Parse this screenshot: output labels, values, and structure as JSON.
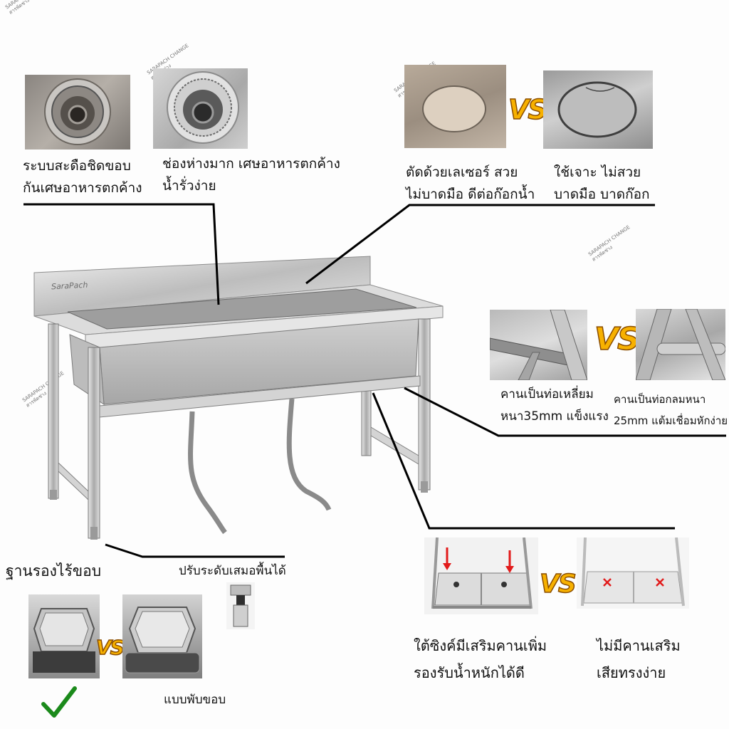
{
  "captions": {
    "strainer_good": [
      "ระบบสะดือชิดขอบ",
      "กันเศษอาหารตกค้าง"
    ],
    "strainer_bad": [
      "ช่องห่างมาก เศษอาหารตกค้าง",
      "น้ำรั่วง่าย"
    ],
    "hole_laser": [
      "ตัดด้วยเลเซอร์ สวย",
      "ไม่บาดมือ ดีต่อก๊อกน้ำ"
    ],
    "hole_drill": [
      "ใช้เจาะ ไม่สวย",
      "บาดมือ บาดก๊อก"
    ],
    "beam_square": [
      "คานเป็นท่อเหลี่ยม",
      "หนา35mm แข็งแรง"
    ],
    "beam_round": [
      "คานเป็นท่อกลมหนา",
      "25mm แต้มเชื่อมหักง่าย"
    ],
    "foot_base": "ฐานรองไร้ขอบ",
    "leveling_foot": "ปรับระดับเสมอพื้นได้",
    "foot_folded": "แบบพับขอบ",
    "brace_yes": [
      "ใต้ซิงค์มีเสริมคานเพิ่ม",
      "รองรับน้ำหนักได้ดี"
    ],
    "brace_no": [
      "ไม่มีคานเสริม",
      "เสียทรงง่าย"
    ]
  },
  "vs_label": "VS",
  "brand_mark": "SaraPach",
  "watermark": {
    "line1": "SARAPACH CHANGE",
    "line2": "สารพัดช่าง"
  },
  "colors": {
    "vs_fill": "#f7b100",
    "vs_outline": "#8a4d00",
    "check_green": "#1b8a1b",
    "arrow_red": "#e21b1b",
    "cross_red": "#e21b1b"
  },
  "icons": {
    "good": "checkmark-icon",
    "brace_arrow": "down-arrow-icon",
    "missing": "cross-icon"
  }
}
